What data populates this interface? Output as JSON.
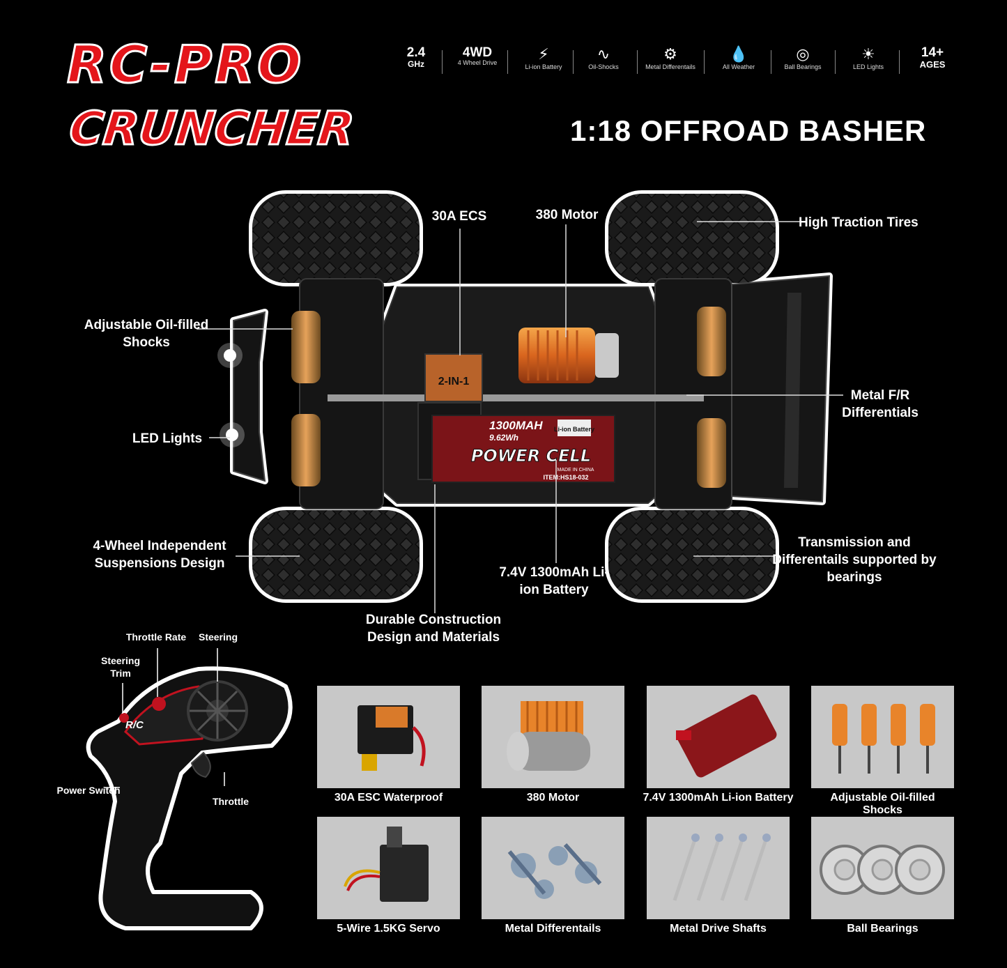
{
  "brand": {
    "line1": "RC-PRO",
    "line2": "CRUNCHER"
  },
  "subtitle": "1:18 OFFROAD BASHER",
  "features": [
    {
      "big": "2.4",
      "small": "GHz",
      "icon": ""
    },
    {
      "big": "4WD",
      "small": "4 Wheel Drive",
      "icon": ""
    },
    {
      "big": "",
      "small": "Li-ion Battery",
      "icon": "battery-icon"
    },
    {
      "big": "",
      "small": "Oil-Shocks",
      "icon": "shock-icon"
    },
    {
      "big": "",
      "small": "Metal Differentails",
      "icon": "gear-icon"
    },
    {
      "big": "",
      "small": "All Weather",
      "icon": "water-drop-icon"
    },
    {
      "big": "",
      "small": "Ball Bearings",
      "icon": "bearing-icon"
    },
    {
      "big": "",
      "small": "LED Lights",
      "icon": "bulb-icon"
    },
    {
      "big": "14+",
      "small": "AGES",
      "icon": ""
    }
  ],
  "callouts": {
    "esc": "30A ECS",
    "motor": "380 Motor",
    "tires": "High Traction Tires",
    "shocks": "Adjustable Oil-filled Shocks",
    "led": "LED Lights",
    "diff": "Metal F/R Differentials",
    "suspension": "4-Wheel Independent Suspensions Design",
    "transmission": "Transmission and Differentails supported by bearings",
    "battery": "7.4V 1300mAh Li-ion Battery",
    "construction": "Durable Construction Design and Materials"
  },
  "battery_label": {
    "capacity": "1300MAH",
    "wh": "9.62Wh",
    "type": "Li-ion Battery",
    "brand": "POWER CELL",
    "made": "MADE IN CHINA",
    "item": "ITEM:HS18-032"
  },
  "esc_label": "2-IN-1",
  "transmitter": {
    "throttle_rate": "Throttle Rate",
    "steering": "Steering",
    "steering_trim": "Steering Trim",
    "power_switch": "Power Switch",
    "throttle": "Throttle",
    "logo": "R/C"
  },
  "parts": [
    {
      "caption": "30A ESC Waterproof"
    },
    {
      "caption": "380 Motor"
    },
    {
      "caption": "7.4V 1300mAh Li-ion Battery"
    },
    {
      "caption": "Adjustable Oil-filled Shocks"
    },
    {
      "caption": "5-Wire 1.5KG Servo"
    },
    {
      "caption": "Metal Differentails"
    },
    {
      "caption": "Metal Drive Shafts"
    },
    {
      "caption": "Ball Bearings"
    }
  ],
  "colors": {
    "brand_red": "#e4161b",
    "accent_orange": "#e8842a",
    "card_bg": "#c8c8c8"
  }
}
